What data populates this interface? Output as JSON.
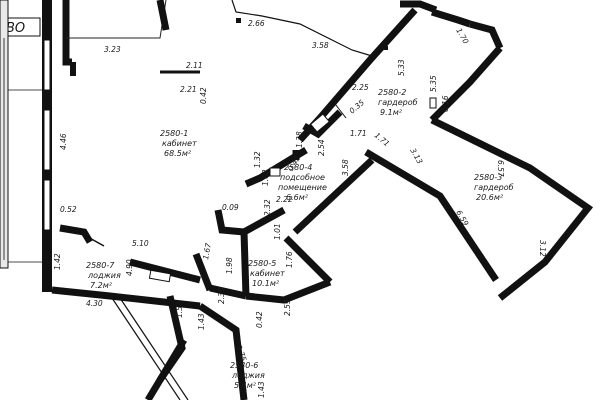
{
  "rooms": [
    {
      "id": "2580-1",
      "name": "кабинет",
      "area": "68.5м²"
    },
    {
      "id": "2580-2",
      "name": "гардероб",
      "area": "9.1м²"
    },
    {
      "id": "2580-3",
      "name": "гардероб",
      "area": "20.6м²"
    },
    {
      "id": "2580-4",
      "name": "подсобное",
      "name2": "помещение",
      "area": "6.6м²"
    },
    {
      "id": "2580-5",
      "name": "кабинет",
      "area": "10.1м²"
    },
    {
      "id": "2580-6",
      "name": "лоджия",
      "area": "5.4м²"
    },
    {
      "id": "2580-7",
      "name": "лоджия",
      "area": "7.2м²"
    }
  ],
  "dimensions": {
    "d323": "3.23",
    "d266": "2.66",
    "d358a": "3.58",
    "d170": "1.70",
    "d211": "2.11",
    "d221": "2.21",
    "d042a": "0.42",
    "d446": "4.46",
    "d533": "5.33",
    "d225": "2.25",
    "d535": "5.35",
    "d016": "0.16",
    "d035": "0.35",
    "d171a": "1.71",
    "d171b": "1.71",
    "d313": "3.13",
    "d657": "6.57",
    "d138": "1.38",
    "d254": "2.54",
    "d132": "1.32",
    "d102": "1.02",
    "d042b": "0.42",
    "d358b": "3.58",
    "d222": "2.22",
    "d232": "2.32",
    "d009": "0.09",
    "d052": "0.52",
    "d659": "6.59",
    "d312": "3.12",
    "d101": "1.01",
    "d510": "5.10",
    "d490": "4.90",
    "d167": "1.67",
    "d198": "1.98",
    "d176": "1.76",
    "d142": "1.42",
    "d430": "4.30",
    "d230": "2.30",
    "d259": "2.59",
    "d157": "1.57",
    "d143a": "1.43",
    "d042c": "0.42",
    "d375": "3.75",
    "d143b": "1.43"
  },
  "corner_mark": "ВО"
}
